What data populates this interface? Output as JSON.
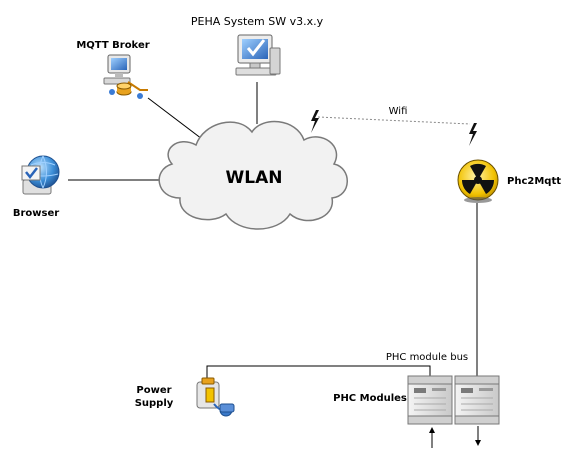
{
  "nodes": {
    "mqtt_broker": {
      "label": "MQTT Broker"
    },
    "peha_system": {
      "label": "PEHA System SW v3.x.y"
    },
    "browser": {
      "label": "Browser"
    },
    "wlan": {
      "label": "WLAN"
    },
    "phc2mqtt": {
      "label": "Phc2Mqtt"
    },
    "power_supply": {
      "label_line1": "Power",
      "label_line2": "Supply"
    },
    "phc_modules": {
      "label": "PHC Modules"
    }
  },
  "links": {
    "wifi": {
      "label": "Wifi"
    },
    "module_bus": {
      "label": "PHC module bus"
    }
  },
  "colors": {
    "cloud_fill": "#f2f2f2",
    "cloud_stroke": "#7a7a7a",
    "radiation_yellow": "#f2c200",
    "monitor_blue": "#3a78c8",
    "module_grey": "#dcdcdc"
  },
  "icons": {
    "mqtt_broker": "server-computer-icon",
    "peha_system": "monitor-checkmark-icon",
    "browser": "globe-checkmark-icon",
    "phc2mqtt": "radiation-icon",
    "power_supply": "power-supply-icon",
    "phc_module": "din-rail-module-icon"
  }
}
